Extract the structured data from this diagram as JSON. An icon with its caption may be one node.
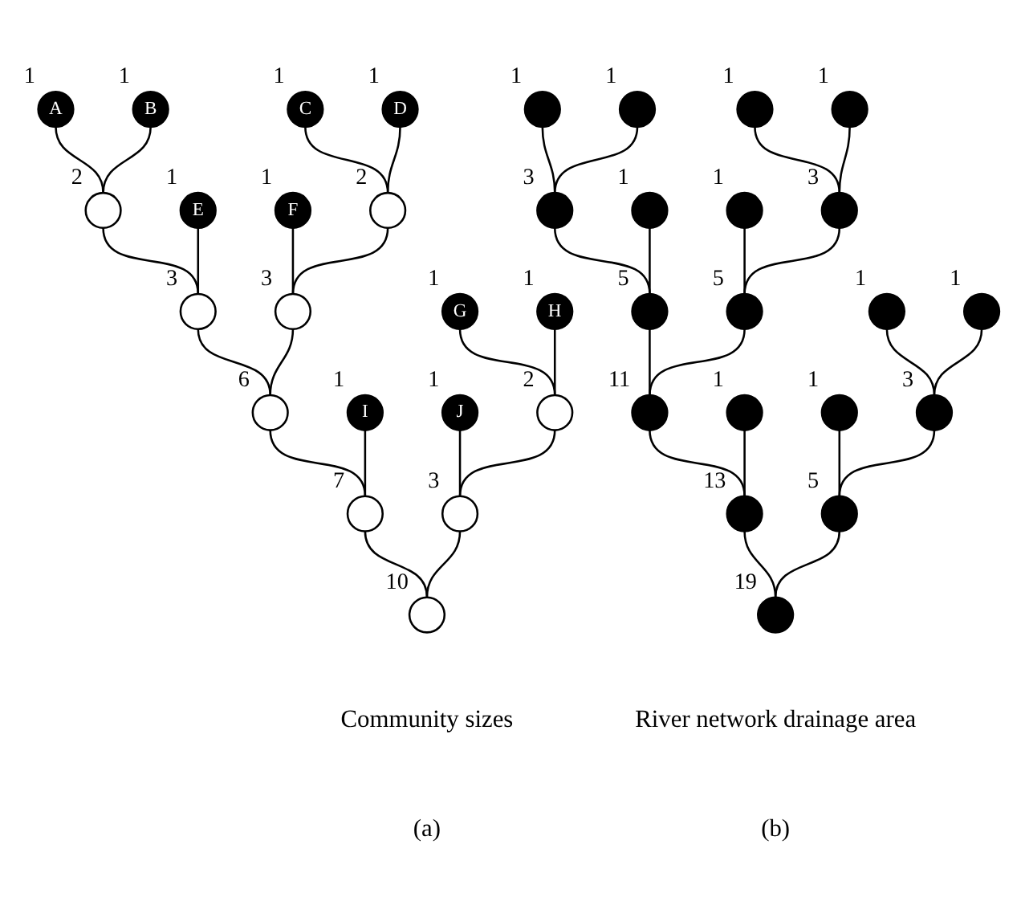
{
  "diagram": {
    "nodes": [
      {
        "text": [
          "A"
        ],
        "beside": [
          "1"
        ]
      },
      {
        "text": [
          "B"
        ],
        "beside": [
          "1"
        ]
      },
      {
        "text": [
          "C"
        ],
        "beside": [
          "1"
        ]
      },
      {
        "text": [
          "D"
        ],
        "beside": [
          "1"
        ]
      },
      {
        "text": [],
        "shape": "circle",
        "beside": [
          "2"
        ]
      },
      {
        "text": [
          "E"
        ],
        "beside": [
          "1"
        ]
      },
      {
        "text": [
          "F"
        ],
        "beside": [
          "1"
        ]
      },
      {
        "text": [],
        "shape": "circle",
        "beside": [
          "2"
        ]
      },
      {
        "text": [],
        "shape": "circle",
        "beside": [
          "3"
        ]
      },
      {
        "text": [],
        "shape": "circle",
        "beside": [
          "3"
        ]
      },
      {
        "text": [
          "G"
        ],
        "beside": [
          "1"
        ]
      },
      {
        "text": [
          "H"
        ],
        "beside": [
          "1"
        ]
      },
      {
        "text": [],
        "shape": "circle",
        "beside": [
          "6"
        ]
      },
      {
        "text": [
          "I"
        ],
        "beside": [
          "1"
        ]
      },
      {
        "text": [
          "J"
        ],
        "beside": [
          "1"
        ]
      },
      {
        "text": [],
        "shape": "circle",
        "beside": [
          "2"
        ]
      },
      {
        "text": [],
        "shape": "circle",
        "beside": [
          "7"
        ]
      },
      {
        "text": [],
        "shape": "circle",
        "beside": [
          "3"
        ]
      },
      {
        "text": [],
        "shape": "circle",
        "beside": [
          "10"
        ]
      },
      {
        "text": [],
        "shape": "circle",
        "beside": [
          "1"
        ]
      },
      {
        "text": [],
        "shape": "circle",
        "beside": [
          "1"
        ]
      },
      {
        "text": [],
        "shape": "circle",
        "beside": [
          "1"
        ]
      },
      {
        "text": [],
        "shape": "circle",
        "beside": [
          "1"
        ]
      },
      {
        "text": [],
        "shape": "circle",
        "beside": [
          "3"
        ]
      },
      {
        "text": [],
        "shape": "circle",
        "beside": [
          "1"
        ]
      },
      {
        "text": [],
        "shape": "circle",
        "beside": [
          "1"
        ]
      },
      {
        "text": [],
        "shape": "circle",
        "beside": [
          "3"
        ]
      },
      {
        "text": [],
        "shape": "circle",
        "beside": [
          "5"
        ]
      },
      {
        "text": [],
        "shape": "circle",
        "beside": [
          "5"
        ]
      },
      {
        "text": [],
        "shape": "circle",
        "beside": [
          "1"
        ]
      },
      {
        "text": [],
        "shape": "circle",
        "beside": [
          "1"
        ]
      },
      {
        "text": [],
        "shape": "circle",
        "beside": [
          "11"
        ]
      },
      {
        "text": [],
        "shape": "circle",
        "beside": [
          "1"
        ]
      },
      {
        "text": [],
        "shape": "circle",
        "beside": [
          "1"
        ]
      },
      {
        "text": [],
        "shape": "circle",
        "beside": [
          "3"
        ]
      },
      {
        "text": [],
        "shape": "circle",
        "beside": [
          "13"
        ]
      },
      {
        "text": [],
        "shape": "circle",
        "beside": [
          "5"
        ]
      },
      {
        "text": [],
        "shape": "circle",
        "beside": [
          "19"
        ]
      }
    ],
    "edges": [
      {
        "from": 0,
        "to": 4,
        "arrow": "none"
      },
      {
        "from": 1,
        "to": 4,
        "arrow": "none"
      },
      {
        "from": 2,
        "to": 7,
        "arrow": "none"
      },
      {
        "from": 3,
        "to": 7,
        "arrow": "none"
      },
      {
        "from": 4,
        "to": 8,
        "arrow": "none"
      },
      {
        "from": 5,
        "to": 8,
        "arrow": "none"
      },
      {
        "from": 6,
        "to": 9,
        "arrow": "none"
      },
      {
        "from": 7,
        "to": 9,
        "arrow": "none"
      },
      {
        "from": 8,
        "to": 12,
        "arrow": "none"
      },
      {
        "from": 9,
        "to": 12,
        "arrow": "none"
      },
      {
        "from": 10,
        "to": 15,
        "arrow": "none"
      },
      {
        "from": 11,
        "to": 15,
        "arrow": "none"
      },
      {
        "from": 12,
        "to": 16,
        "arrow": "none"
      },
      {
        "from": 13,
        "to": 16,
        "arrow": "none"
      },
      {
        "from": 14,
        "to": 17,
        "arrow": "none"
      },
      {
        "from": 15,
        "to": 17,
        "arrow": "none"
      },
      {
        "from": 16,
        "to": 18,
        "arrow": "none"
      },
      {
        "from": 17,
        "to": 18,
        "arrow": "none"
      },
      {
        "from": 19,
        "to": 23,
        "arrow": "none"
      },
      {
        "from": 20,
        "to": 23,
        "arrow": "none"
      },
      {
        "from": 21,
        "to": 26,
        "arrow": "none"
      },
      {
        "from": 22,
        "to": 26,
        "arrow": "none"
      },
      {
        "from": 23,
        "to": 27,
        "arrow": "none"
      },
      {
        "from": 24,
        "to": 27,
        "arrow": "none"
      },
      {
        "from": 25,
        "to": 28,
        "arrow": "none"
      },
      {
        "from": 26,
        "to": 28,
        "arrow": "none"
      },
      {
        "from": 27,
        "to": 31,
        "arrow": "none"
      },
      {
        "from": 28,
        "to": 31,
        "arrow": "none"
      },
      {
        "from": 29,
        "to": 34,
        "arrow": "none"
      },
      {
        "from": 30,
        "to": 34,
        "arrow": "none"
      },
      {
        "from": 31,
        "to": 35,
        "arrow": "none"
      },
      {
        "from": 32,
        "to": 35,
        "arrow": "none"
      },
      {
        "from": 33,
        "to": 36,
        "arrow": "none"
      },
      {
        "from": 34,
        "to": 36,
        "arrow": "none"
      },
      {
        "from": 35,
        "to": 37,
        "arrow": "none"
      },
      {
        "from": 36,
        "to": 37,
        "arrow": "none"
      }
    ],
    "labels": [
      "Community sizes",
      "(a)",
      "River network drainage area",
      "(b)"
    ]
  }
}
